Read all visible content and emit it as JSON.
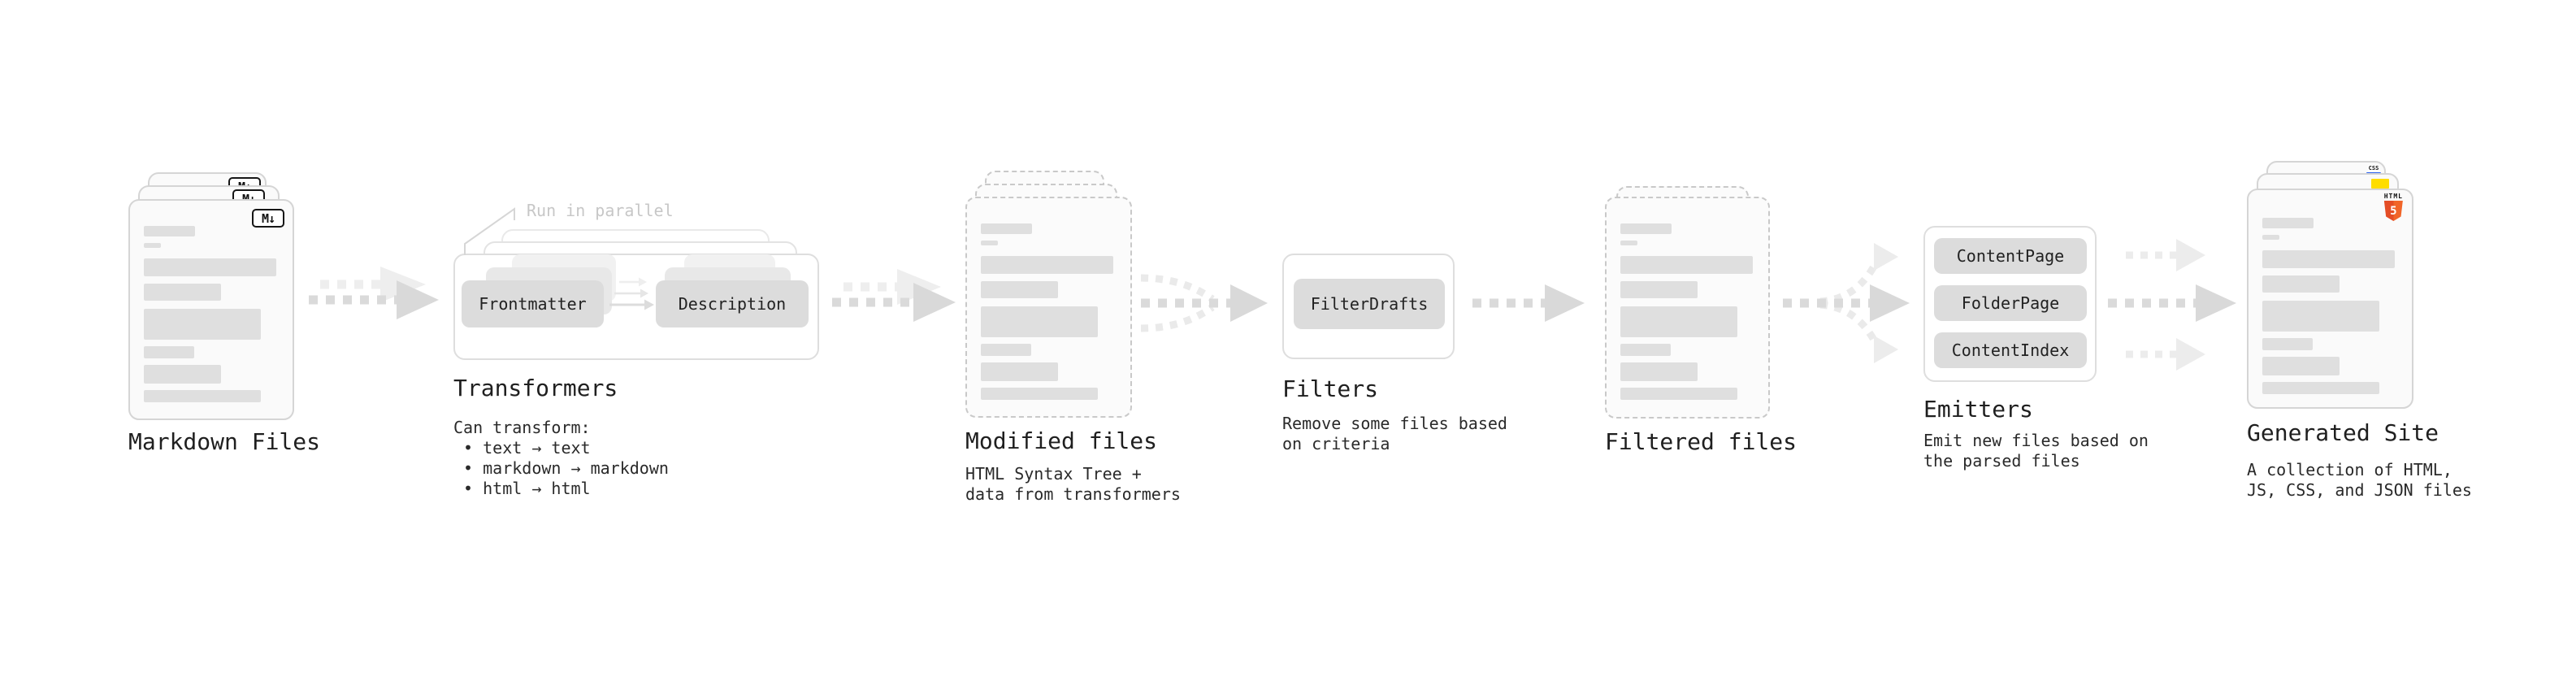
{
  "palette": {
    "text": "#1f1f1f",
    "annotation_gray": "#c7c7c7",
    "card_fill": "#fafafa",
    "card_border": "#d5d5d5",
    "dashed_border": "#c9c9c9",
    "container_border": "#dedede",
    "box_fill": "#dcdcdc",
    "bar_fill": "#dfdfdf",
    "arrow_main": "#dadada",
    "arrow_ghost": "#ededed",
    "html5_orange": "#e44d26",
    "js_yellow": "#ffdd00",
    "css_blue": "#2b62f0"
  },
  "stages": {
    "markdown": {
      "title": "Markdown Files",
      "badge": "M↓"
    },
    "transformers": {
      "title": "Transformers",
      "annotation": "Run in parallel",
      "box_left": "Frontmatter",
      "box_right": "Description",
      "notes": [
        "Can transform:",
        " • text → text",
        " • markdown → markdown",
        " • html → html"
      ]
    },
    "modified": {
      "title": "Modified files",
      "notes": [
        "HTML Syntax Tree +",
        "data from transformers"
      ]
    },
    "filters": {
      "title": "Filters",
      "box": "FilterDrafts",
      "notes": [
        "Remove some files based",
        "on criteria"
      ]
    },
    "filtered": {
      "title": "Filtered files"
    },
    "emitters": {
      "title": "Emitters",
      "boxes": [
        "ContentPage",
        "FolderPage",
        "ContentIndex"
      ],
      "notes": [
        "Emit new files based on",
        "the parsed files"
      ]
    },
    "generated": {
      "title": "Generated Site",
      "notes": [
        "A collection of HTML,",
        "JS, CSS, and JSON files"
      ],
      "badge_html_label": "HTML",
      "badge_html_number": "5",
      "badge_css": "CSS"
    }
  },
  "doc_placeholder_bars": [
    [
      63,
      13,
      0
    ],
    [
      21,
      6,
      8
    ],
    [
      163,
      22,
      13
    ],
    [
      95,
      21,
      9
    ],
    [
      144,
      38,
      10
    ],
    [
      62,
      15,
      8
    ],
    [
      95,
      23,
      8
    ],
    [
      144,
      15,
      8
    ]
  ]
}
